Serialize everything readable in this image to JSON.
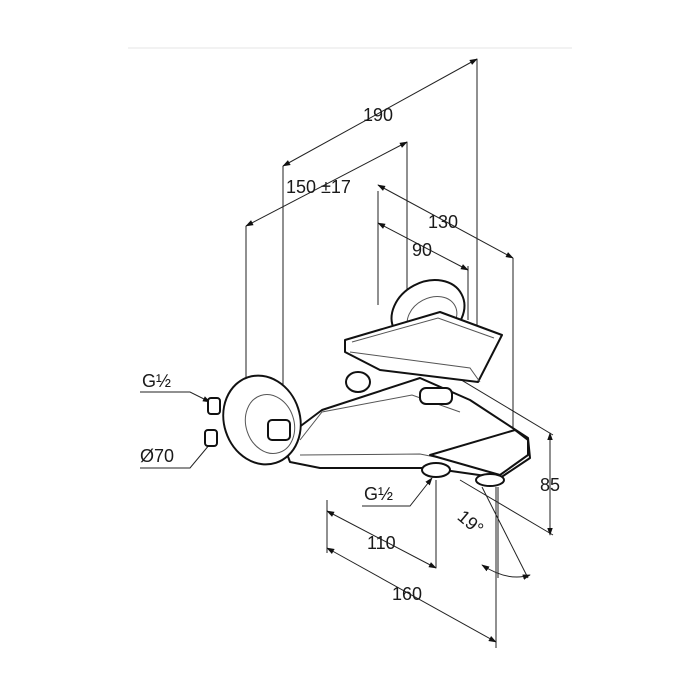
{
  "dimensions": {
    "overall_width": "190",
    "inlet_spacing": "150 ±17",
    "handle_reach": "130",
    "handle_depth": "90",
    "height": "85",
    "thread_inlet": "G½",
    "escutcheon_diameter": "Ø70",
    "thread_outlet": "G½",
    "outlet_distance": "110",
    "spout_reach": "160",
    "spout_angle": "19°"
  }
}
